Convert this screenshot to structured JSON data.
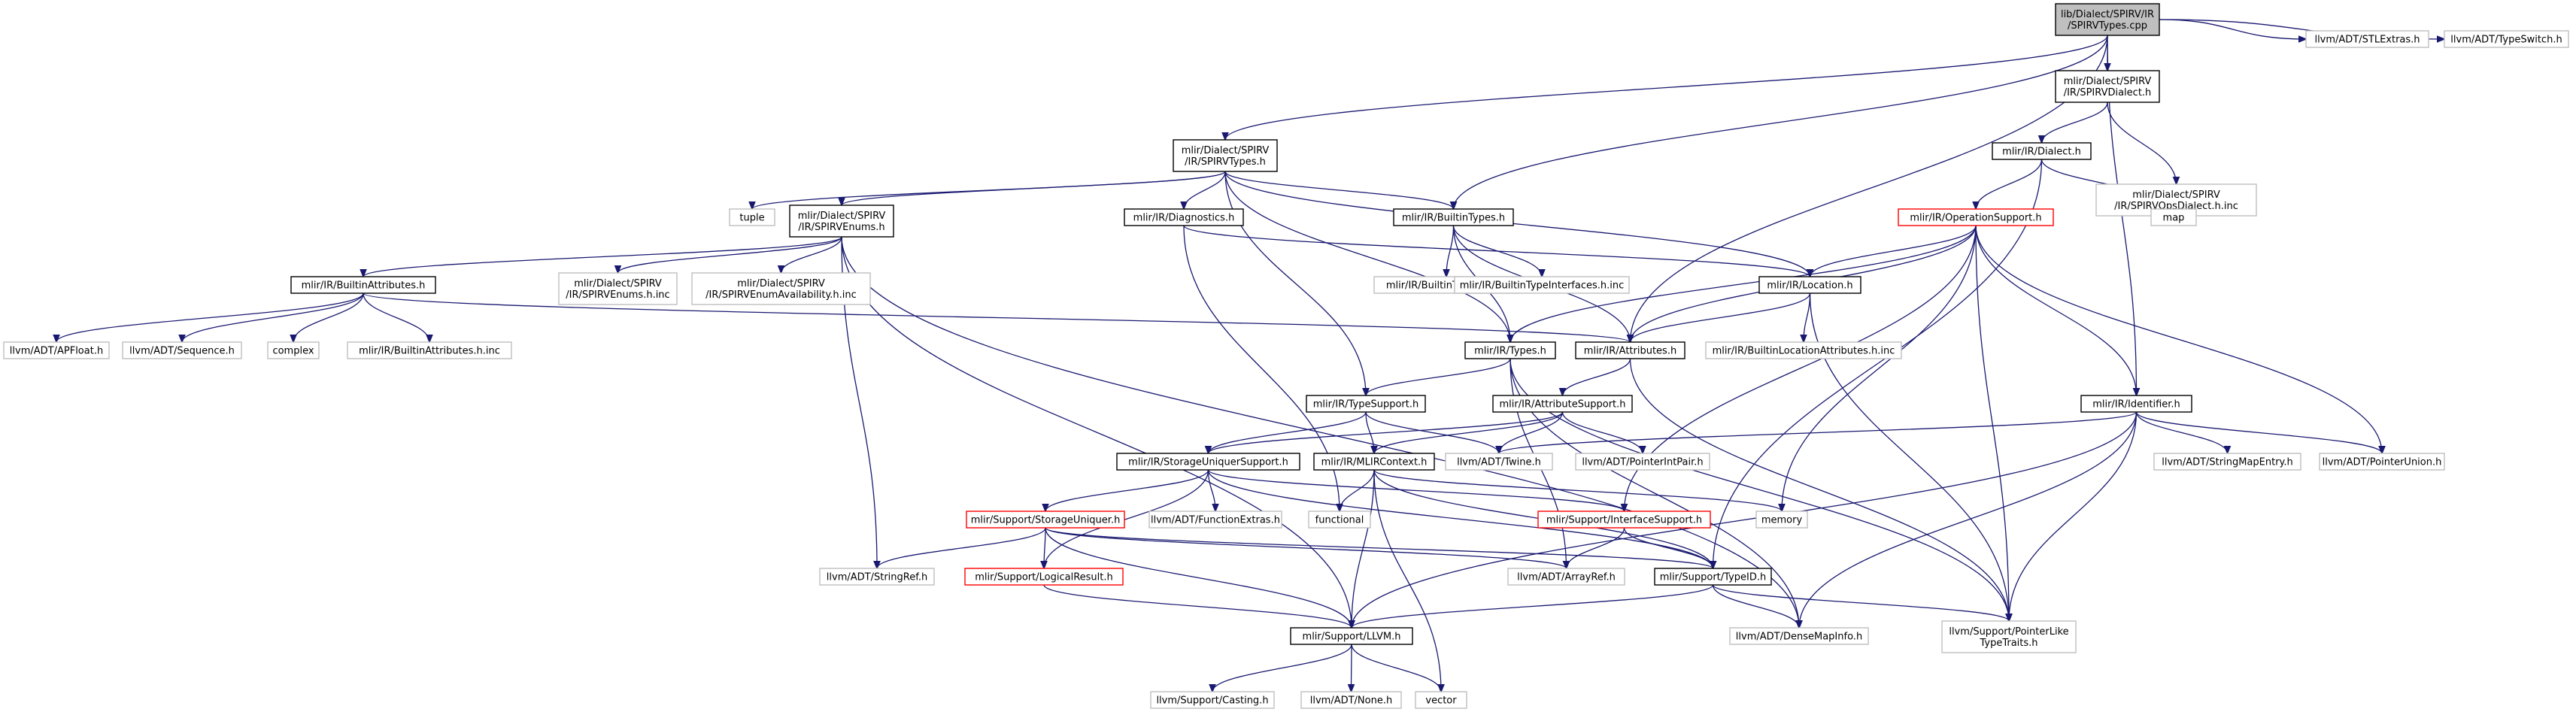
{
  "colors": {
    "edge": "#191970",
    "border_normal": "#000000",
    "border_missing": "#bfbfbf",
    "border_truncated": "#ff0000",
    "root_fill": "#bfbfbf",
    "node_fill": "#ffffff"
  },
  "nodes": [
    {
      "id": "root",
      "lines": [
        "lib/Dialect/SPIRV/IR",
        "/SPIRVTypes.cpp"
      ],
      "style": "root"
    },
    {
      "id": "spirvdialect",
      "lines": [
        "mlir/Dialect/SPIRV",
        "/IR/SPIRVDialect.h"
      ],
      "style": "normal"
    },
    {
      "id": "stlextras",
      "lines": [
        "llvm/ADT/STLExtras.h"
      ],
      "style": "missing"
    },
    {
      "id": "typeswitch",
      "lines": [
        "llvm/ADT/TypeSwitch.h"
      ],
      "style": "missing"
    },
    {
      "id": "spirvtypes",
      "lines": [
        "mlir/Dialect/SPIRV",
        "/IR/SPIRVTypes.h"
      ],
      "style": "normal"
    },
    {
      "id": "irdialect",
      "lines": [
        "mlir/IR/Dialect.h"
      ],
      "style": "normal"
    },
    {
      "id": "spirvopsdialect",
      "lines": [
        "mlir/Dialect/SPIRV",
        "/IR/SPIRVOpsDialect.h.inc"
      ],
      "style": "missing"
    },
    {
      "id": "tuple",
      "lines": [
        "tuple"
      ],
      "style": "missing"
    },
    {
      "id": "spirvenums",
      "lines": [
        "mlir/Dialect/SPIRV",
        "/IR/SPIRVEnums.h"
      ],
      "style": "normal"
    },
    {
      "id": "diagnostics",
      "lines": [
        "mlir/IR/Diagnostics.h"
      ],
      "style": "normal"
    },
    {
      "id": "builtintypes",
      "lines": [
        "mlir/IR/BuiltinTypes.h"
      ],
      "style": "normal"
    },
    {
      "id": "map",
      "lines": [
        "map"
      ],
      "style": "missing"
    },
    {
      "id": "opsupport",
      "lines": [
        "mlir/IR/OperationSupport.h"
      ],
      "style": "truncated"
    },
    {
      "id": "builtinattrs",
      "lines": [
        "mlir/IR/BuiltinAttributes.h"
      ],
      "style": "normal"
    },
    {
      "id": "spirvenumsinc",
      "lines": [
        "mlir/Dialect/SPIRV",
        "/IR/SPIRVEnums.h.inc"
      ],
      "style": "missing"
    },
    {
      "id": "spirvenumavail",
      "lines": [
        "mlir/Dialect/SPIRV",
        "/IR/SPIRVEnumAvailability.h.inc"
      ],
      "style": "missing"
    },
    {
      "id": "builtintypesinc",
      "lines": [
        "mlir/IR/BuiltinTypes.h.inc"
      ],
      "style": "missing"
    },
    {
      "id": "builtintypeifaces",
      "lines": [
        "mlir/IR/BuiltinTypeInterfaces.h.inc"
      ],
      "style": "missing"
    },
    {
      "id": "location",
      "lines": [
        "mlir/IR/Location.h"
      ],
      "style": "normal"
    },
    {
      "id": "apfloat",
      "lines": [
        "llvm/ADT/APFloat.h"
      ],
      "style": "missing"
    },
    {
      "id": "sequence",
      "lines": [
        "llvm/ADT/Sequence.h"
      ],
      "style": "missing"
    },
    {
      "id": "complex",
      "lines": [
        "complex"
      ],
      "style": "missing"
    },
    {
      "id": "builtinattrsinc",
      "lines": [
        "mlir/IR/BuiltinAttributes.h.inc"
      ],
      "style": "missing"
    },
    {
      "id": "types",
      "lines": [
        "mlir/IR/Types.h"
      ],
      "style": "normal"
    },
    {
      "id": "attributes",
      "lines": [
        "mlir/IR/Attributes.h"
      ],
      "style": "normal"
    },
    {
      "id": "builtinlocattrs",
      "lines": [
        "mlir/IR/BuiltinLocationAttributes.h.inc"
      ],
      "style": "missing"
    },
    {
      "id": "typesupport",
      "lines": [
        "mlir/IR/TypeSupport.h"
      ],
      "style": "normal"
    },
    {
      "id": "attrsupport",
      "lines": [
        "mlir/IR/AttributeSupport.h"
      ],
      "style": "normal"
    },
    {
      "id": "identifier",
      "lines": [
        "mlir/IR/Identifier.h"
      ],
      "style": "normal"
    },
    {
      "id": "storagesupport",
      "lines": [
        "mlir/IR/StorageUniquerSupport.h"
      ],
      "style": "normal"
    },
    {
      "id": "mlircontext",
      "lines": [
        "mlir/IR/MLIRContext.h"
      ],
      "style": "normal"
    },
    {
      "id": "twine",
      "lines": [
        "llvm/ADT/Twine.h"
      ],
      "style": "missing"
    },
    {
      "id": "pointerintpair",
      "lines": [
        "llvm/ADT/PointerIntPair.h"
      ],
      "style": "missing"
    },
    {
      "id": "stringmapentry",
      "lines": [
        "llvm/ADT/StringMapEntry.h"
      ],
      "style": "missing"
    },
    {
      "id": "pointerunion",
      "lines": [
        "llvm/ADT/PointerUnion.h"
      ],
      "style": "missing"
    },
    {
      "id": "storageuniquer",
      "lines": [
        "mlir/Support/StorageUniquer.h"
      ],
      "style": "truncated"
    },
    {
      "id": "functionextras",
      "lines": [
        "llvm/ADT/FunctionExtras.h"
      ],
      "style": "missing"
    },
    {
      "id": "functional",
      "lines": [
        "functional"
      ],
      "style": "missing"
    },
    {
      "id": "ifacesupport",
      "lines": [
        "mlir/Support/InterfaceSupport.h"
      ],
      "style": "truncated"
    },
    {
      "id": "memory",
      "lines": [
        "memory"
      ],
      "style": "missing"
    },
    {
      "id": "stringref",
      "lines": [
        "llvm/ADT/StringRef.h"
      ],
      "style": "missing"
    },
    {
      "id": "logicalresult",
      "lines": [
        "mlir/Support/LogicalResult.h"
      ],
      "style": "truncated"
    },
    {
      "id": "arrayref",
      "lines": [
        "llvm/ADT/ArrayRef.h"
      ],
      "style": "missing"
    },
    {
      "id": "typeid",
      "lines": [
        "mlir/Support/TypeID.h"
      ],
      "style": "normal"
    },
    {
      "id": "llvmh",
      "lines": [
        "mlir/Support/LLVM.h"
      ],
      "style": "normal"
    },
    {
      "id": "densemapinfo",
      "lines": [
        "llvm/ADT/DenseMapInfo.h"
      ],
      "style": "missing"
    },
    {
      "id": "pointerlike",
      "lines": [
        "llvm/Support/PointerLike",
        "TypeTraits.h"
      ],
      "style": "missing"
    },
    {
      "id": "casting",
      "lines": [
        "llvm/Support/Casting.h"
      ],
      "style": "missing"
    },
    {
      "id": "none",
      "lines": [
        "llvm/ADT/None.h"
      ],
      "style": "missing"
    },
    {
      "id": "vector",
      "lines": [
        "vector"
      ],
      "style": "missing"
    }
  ],
  "edges": [
    [
      "root",
      "spirvdialect"
    ],
    [
      "root",
      "stlextras"
    ],
    [
      "root",
      "typeswitch"
    ],
    [
      "root",
      "spirvtypes"
    ],
    [
      "root",
      "builtintypes"
    ],
    [
      "root",
      "attributes"
    ],
    [
      "root",
      "identifier"
    ],
    [
      "spirvdialect",
      "irdialect"
    ],
    [
      "spirvdialect",
      "spirvopsdialect"
    ],
    [
      "irdialect",
      "opsupport"
    ],
    [
      "irdialect",
      "map"
    ],
    [
      "irdialect",
      "typeid"
    ],
    [
      "spirvtypes",
      "tuple"
    ],
    [
      "spirvtypes",
      "spirvenums"
    ],
    [
      "spirvtypes",
      "diagnostics"
    ],
    [
      "spirvtypes",
      "builtintypes"
    ],
    [
      "spirvtypes",
      "location"
    ],
    [
      "spirvtypes",
      "typesupport"
    ],
    [
      "spirvtypes",
      "types"
    ],
    [
      "spirvenums",
      "builtinattrs"
    ],
    [
      "spirvenums",
      "spirvenumsinc"
    ],
    [
      "spirvenums",
      "spirvenumavail"
    ],
    [
      "spirvenums",
      "stringref"
    ],
    [
      "spirvenums",
      "llvmh"
    ],
    [
      "spirvenums",
      "densemapinfo"
    ],
    [
      "diagnostics",
      "location"
    ],
    [
      "diagnostics",
      "functional"
    ],
    [
      "builtintypes",
      "builtintypesinc"
    ],
    [
      "builtintypes",
      "builtintypeifaces"
    ],
    [
      "builtintypes",
      "attributes"
    ],
    [
      "builtintypes",
      "types"
    ],
    [
      "opsupport",
      "location"
    ],
    [
      "opsupport",
      "attributes"
    ],
    [
      "opsupport",
      "types"
    ],
    [
      "opsupport",
      "identifier"
    ],
    [
      "opsupport",
      "ifacesupport"
    ],
    [
      "opsupport",
      "memory"
    ],
    [
      "opsupport",
      "pointerunion"
    ],
    [
      "opsupport",
      "pointerlike"
    ],
    [
      "builtinattrs",
      "apfloat"
    ],
    [
      "builtinattrs",
      "sequence"
    ],
    [
      "builtinattrs",
      "complex"
    ],
    [
      "builtinattrs",
      "builtinattrsinc"
    ],
    [
      "builtinattrs",
      "attributes"
    ],
    [
      "location",
      "attributes"
    ],
    [
      "location",
      "builtinlocattrs"
    ],
    [
      "location",
      "pointerlike"
    ],
    [
      "types",
      "typesupport"
    ],
    [
      "types",
      "arrayref"
    ],
    [
      "types",
      "densemapinfo"
    ],
    [
      "types",
      "pointerlike"
    ],
    [
      "attributes",
      "attrsupport"
    ],
    [
      "attributes",
      "pointerlike"
    ],
    [
      "typesupport",
      "mlircontext"
    ],
    [
      "typesupport",
      "storagesupport"
    ],
    [
      "typesupport",
      "twine"
    ],
    [
      "attrsupport",
      "mlircontext"
    ],
    [
      "attrsupport",
      "storagesupport"
    ],
    [
      "attrsupport",
      "twine"
    ],
    [
      "attrsupport",
      "pointerintpair"
    ],
    [
      "identifier",
      "twine"
    ],
    [
      "identifier",
      "stringmapentry"
    ],
    [
      "identifier",
      "pointerunion"
    ],
    [
      "identifier",
      "llvmh"
    ],
    [
      "identifier",
      "densemapinfo"
    ],
    [
      "identifier",
      "pointerlike"
    ],
    [
      "storagesupport",
      "storageuniquer"
    ],
    [
      "storagesupport",
      "functionextras"
    ],
    [
      "storagesupport",
      "ifacesupport"
    ],
    [
      "storagesupport",
      "logicalresult"
    ],
    [
      "storagesupport",
      "typeid"
    ],
    [
      "mlircontext",
      "llvmh"
    ],
    [
      "mlircontext",
      "typeid"
    ],
    [
      "mlircontext",
      "functional"
    ],
    [
      "mlircontext",
      "memory"
    ],
    [
      "mlircontext",
      "vector"
    ],
    [
      "storageuniquer",
      "stringref"
    ],
    [
      "storageuniquer",
      "logicalresult"
    ],
    [
      "storageuniquer",
      "arrayref"
    ],
    [
      "storageuniquer",
      "llvmh"
    ],
    [
      "storageuniquer",
      "typeid"
    ],
    [
      "ifacesupport",
      "arrayref"
    ],
    [
      "ifacesupport",
      "typeid"
    ],
    [
      "logicalresult",
      "llvmh"
    ],
    [
      "typeid",
      "llvmh"
    ],
    [
      "typeid",
      "densemapinfo"
    ],
    [
      "typeid",
      "pointerlike"
    ],
    [
      "llvmh",
      "casting"
    ],
    [
      "llvmh",
      "none"
    ],
    [
      "llvmh",
      "vector"
    ]
  ]
}
